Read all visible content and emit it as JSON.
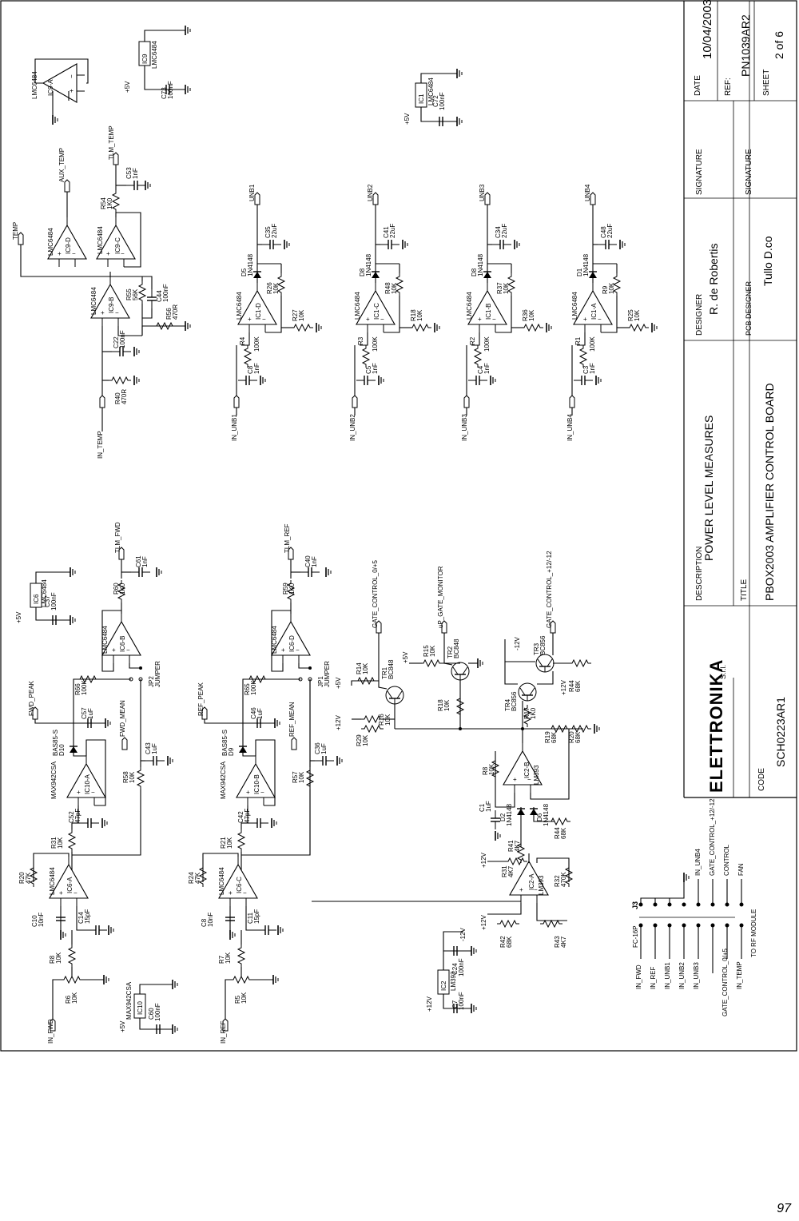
{
  "title_block": {
    "description_label": "DESCRIPTION",
    "description": "POWER LEVEL MEASURES",
    "title_label": "TITLE",
    "title": "PBOX2003 AMPLIFIER CONTROL BOARD",
    "designer_label": "DESIGNER",
    "designer": "R. de Robertis",
    "pcb_designer_label": "PCB DESIGNER",
    "pcb_designer": "Tullo D.co",
    "signature_label": "SIGNATURE",
    "date_label": "DATE",
    "date": "10/04/2003",
    "ref_label": "REF:",
    "ref": "PN1039AR2",
    "sheet_label": "SHEET",
    "sheet": "2 of 6",
    "code_label": "CODE",
    "code": "SCH0223AR1",
    "company": "ELETTRONIKA",
    "company_suffix": "S.r.l."
  },
  "connector": {
    "ref": "J3",
    "type": "FC-16P",
    "left_pins": [
      "IN_FWD",
      "IN_REF",
      "IN_UNB1",
      "IN_UNB2",
      "IN_UNB3",
      "",
      "GATE_CONTROL_0/+5",
      "IN_TEMP"
    ],
    "right_pins": [
      "IN_UNB4",
      "GATE_CONTROL_+12/-12",
      "CONTROL",
      "FAN"
    ],
    "note": "TO RF MODULE"
  },
  "temp_section": {
    "nets": [
      "TEMP",
      "AUX_TEMP",
      "TLM_TEMP",
      "IN_TEMP"
    ],
    "opamps": [
      "IC9-A",
      "IC9-B",
      "IC9-C",
      "IC9-D"
    ],
    "part": "LMC6484",
    "power_ic": "IC9",
    "supply": "+5V",
    "components": [
      {
        "ref": "C73",
        "val": "100nF"
      },
      {
        "ref": "C53",
        "val": "1nF"
      },
      {
        "ref": "R54",
        "val": "1K0"
      },
      {
        "ref": "R55",
        "val": "56K"
      },
      {
        "ref": "C44",
        "val": "100nF"
      },
      {
        "ref": "R56",
        "val": "470R"
      },
      {
        "ref": "C22",
        "val": "100nF"
      },
      {
        "ref": "R40",
        "val": "470R"
      }
    ]
  },
  "ic1_power": {
    "ref": "IC1",
    "part": "LMC6484",
    "supply": "+5V",
    "cap_ref": "C72",
    "cap_val": "100nF"
  },
  "unb_channels": [
    {
      "out": "UNB1",
      "in": "IN_UNB1",
      "opamp": "IC1-D",
      "part": "LMC6484",
      "diode": "D5",
      "diode_part": "1N4148",
      "cap": "C35",
      "cap_val": "22uF",
      "r_top": "R26",
      "r_top_val": "10K",
      "r_gain": "R27",
      "r_gain_val": "10K",
      "pot": "R4",
      "pot_val": "100K",
      "c_in": "C8",
      "c_in_val": "1nF"
    },
    {
      "out": "UNB2",
      "in": "IN_UNB2",
      "opamp": "IC1-C",
      "part": "LMC6484",
      "diode": "D8",
      "diode_part": "1N4148",
      "cap": "C41",
      "cap_val": "22uF",
      "r_top": "R48",
      "r_top_val": "10K",
      "r_gain": "R18",
      "r_gain_val": "10K",
      "pot": "R3",
      "pot_val": "100K",
      "c_in": "C5",
      "c_in_val": "1nF"
    },
    {
      "out": "UNB3",
      "in": "IN_UNB3",
      "opamp": "IC1-B",
      "part": "LMC6484",
      "diode": "D8",
      "diode_part": "1N4148",
      "cap": "C34",
      "cap_val": "22uF",
      "r_top": "R37",
      "r_top_val": "10K",
      "r_gain": "R36",
      "r_gain_val": "10K",
      "pot": "R2",
      "pot_val": "100K",
      "c_in": "C4",
      "c_in_val": "1nF"
    },
    {
      "out": "UNB4",
      "in": "IN_UNB4",
      "opamp": "IC1-A",
      "part": "LMC6484",
      "diode": "D1",
      "diode_part": "1N4148",
      "cap": "C48",
      "cap_val": "22uF",
      "r_top": "R9",
      "r_top_val": "10K",
      "r_gain": "R25",
      "r_gain_val": "10K",
      "pot": "R1",
      "pot_val": "100K",
      "c_in": "C3",
      "c_in_val": "1nF"
    }
  ],
  "fwd_chain": {
    "in": "IN_FWD",
    "nets": [
      "FWD_PEAK",
      "FWD_MEAN",
      "TLM_FWD"
    ],
    "jumper": "JP2",
    "jumper_label": "JUMPER",
    "opamps": [
      "IC6-A",
      "IC10-A",
      "IC6-B"
    ],
    "parts": [
      "LMC6484",
      "MAX942CSA"
    ],
    "diode": "D10",
    "diode_part": "BAS85-S",
    "components": [
      {
        "ref": "R6",
        "val": "10K"
      },
      {
        "ref": "R8",
        "val": "10K"
      },
      {
        "ref": "C10",
        "val": "10nF"
      },
      {
        "ref": "C14",
        "val": "15pF"
      },
      {
        "ref": "R20",
        "val": "47K"
      },
      {
        "ref": "R31",
        "val": "10K"
      },
      {
        "ref": "C52",
        "val": "47pF"
      },
      {
        "ref": "C57",
        "val": "1uF"
      },
      {
        "ref": "R66",
        "val": "100K"
      },
      {
        "ref": "R58",
        "val": "10K"
      },
      {
        "ref": "C43",
        "val": "1uF"
      },
      {
        "ref": "R60",
        "val": "1K0"
      },
      {
        "ref": "C61",
        "val": "1nF"
      },
      {
        "ref": "C37",
        "val": "100nF"
      },
      {
        "ref": "C60",
        "val": "100nF"
      }
    ],
    "power_ics": [
      "IC6",
      "IC10"
    ],
    "supply": "+5V"
  },
  "ref_chain": {
    "in": "IN_REF",
    "nets": [
      "REF_PEAK",
      "REF_MEAN",
      "TLM_REF"
    ],
    "jumper": "JP1",
    "jumper_label": "JUMPER",
    "opamps": [
      "IC6-C",
      "IC10-B",
      "IC6-D"
    ],
    "parts": [
      "LMC6484",
      "MAX942CSA"
    ],
    "diode": "D9",
    "diode_part": "BAS85-S",
    "components": [
      {
        "ref": "R5",
        "val": "10K"
      },
      {
        "ref": "R7",
        "val": "10K"
      },
      {
        "ref": "C8",
        "val": "10nF"
      },
      {
        "ref": "C11",
        "val": "15pF"
      },
      {
        "ref": "R24",
        "val": "47K"
      },
      {
        "ref": "R21",
        "val": "10K"
      },
      {
        "ref": "C42",
        "val": "47pF"
      },
      {
        "ref": "C46",
        "val": "1uF"
      },
      {
        "ref": "R65",
        "val": "100K"
      },
      {
        "ref": "R57",
        "val": "10K"
      },
      {
        "ref": "C36",
        "val": "1uF"
      },
      {
        "ref": "R59",
        "val": "1K0"
      },
      {
        "ref": "C40",
        "val": "1nF"
      }
    ]
  },
  "gate_section": {
    "nets": [
      "GATE_CONTROL_0/+5",
      "uP_GATE_MONITOR",
      "GATE_CONTROL_+12/-12"
    ],
    "transistors": [
      {
        "ref": "TR1",
        "part": "BC848"
      },
      {
        "ref": "TR2",
        "part": "BC848"
      },
      {
        "ref": "TR3",
        "part": "BC856"
      },
      {
        "ref": "TR4",
        "part": "BC856"
      }
    ],
    "comparators": [
      "IC2-A",
      "IC2-B"
    ],
    "comp_part": "LM393",
    "power_ic": "IC2",
    "supplies": [
      "+5V",
      "+12V",
      "-12V"
    ],
    "components": [
      {
        "ref": "R14",
        "val": "10K"
      },
      {
        "ref": "R15",
        "val": "10K"
      },
      {
        "ref": "R16",
        "val": "10K"
      },
      {
        "ref": "R18",
        "val": "10K"
      },
      {
        "ref": "R17",
        "val": "1K0"
      },
      {
        "ref": "R19",
        "val": "68K"
      },
      {
        "ref": "R20",
        "val": "68K"
      },
      {
        "ref": "R29",
        "val": "10K"
      },
      {
        "ref": "R8",
        "val": "10K"
      },
      {
        "ref": "R41",
        "val": "4K7"
      },
      {
        "ref": "R44",
        "val": "68K"
      },
      {
        "ref": "R31",
        "val": "4K7"
      },
      {
        "ref": "R32",
        "val": "470K"
      },
      {
        "ref": "R42",
        "val": "68K"
      },
      {
        "ref": "R43",
        "val": "4K7"
      },
      {
        "ref": "C1",
        "val": "1uF"
      },
      {
        "ref": "D2",
        "val": "1N4148"
      },
      {
        "ref": "D6",
        "val": "1N4148"
      },
      {
        "ref": "C7",
        "val": "100nF"
      },
      {
        "ref": "C24",
        "val": "100nF"
      }
    ]
  },
  "page_number": "97"
}
